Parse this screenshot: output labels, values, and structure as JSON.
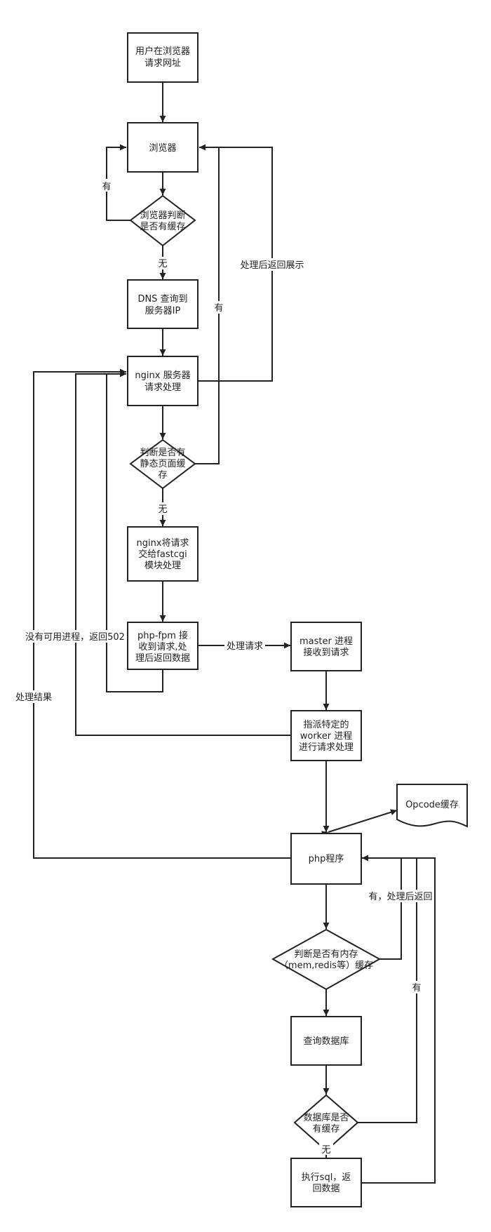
{
  "nodes": {
    "user_request": [
      "用户在浏览器",
      "请求网址"
    ],
    "browser": [
      "浏览器"
    ],
    "browser_cache_check": [
      "浏览器判断",
      "是否有缓存"
    ],
    "dns_query": [
      "DNS 查询到",
      "服务器IP"
    ],
    "nginx_server": [
      "nginx 服务器",
      "请求处理"
    ],
    "static_cache_check": [
      "判断是否有",
      "静态页面缓",
      "存"
    ],
    "nginx_fastcgi": [
      "nginx将请求",
      "交给fastcgi",
      "模块处理"
    ],
    "php_fpm": [
      "php-fpm 接",
      "收到请求,处",
      "理后返回数据"
    ],
    "master_process": [
      "master 进程",
      "接收到请求"
    ],
    "worker_process": [
      "指派特定的",
      "worker 进程",
      "进行请求处理"
    ],
    "php_program": [
      "php程序"
    ],
    "opcode_cache": [
      "Opcode缓存"
    ],
    "memory_cache_check": [
      "判断是否有内存",
      "（mem,redis等）缓存"
    ],
    "query_database": [
      "查询数据库"
    ],
    "db_cache_check": [
      "数据库是否",
      "有缓存"
    ],
    "exec_sql": [
      "执行sql，返",
      "回数据"
    ]
  },
  "edge_labels": {
    "browser_cache_yes": "有",
    "browser_cache_no": "无",
    "static_cache_yes": "有",
    "return_display": "处理后返回展示",
    "static_cache_no": "无",
    "no_process_502": "没有可用进程，返回502",
    "process_request": "处理请求",
    "process_result": "处理结果",
    "mem_cache_yes": "有，处理后返回",
    "db_cache_yes": "有",
    "db_cache_no": "无"
  }
}
